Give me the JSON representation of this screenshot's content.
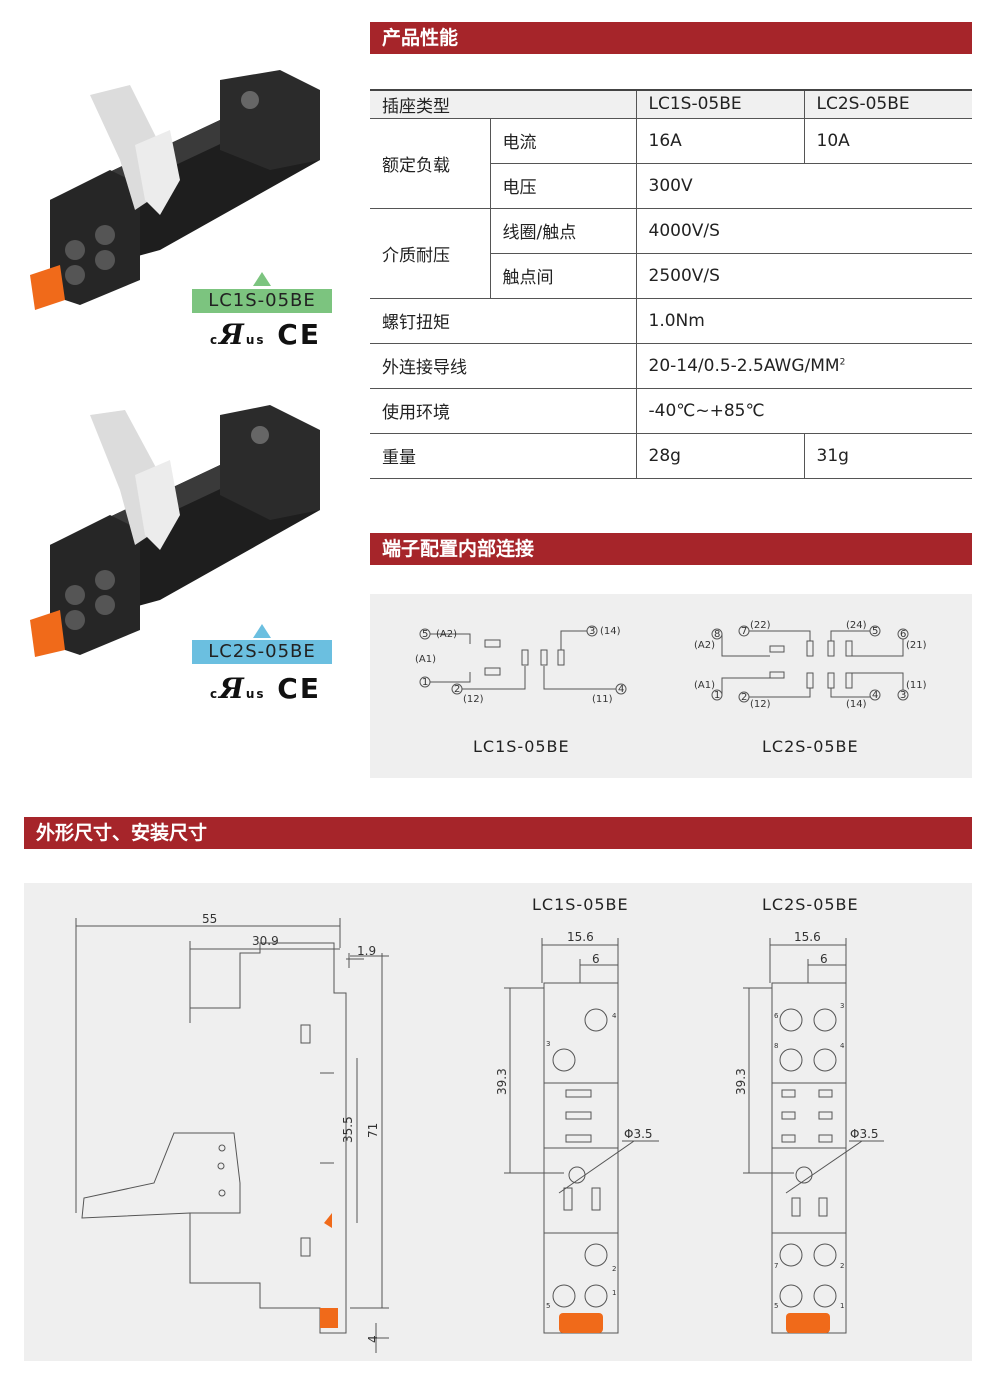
{
  "sections": {
    "performance": "产品性能",
    "wiring": "端子配置内部连接",
    "dimensions": "外形尺寸、安装尺寸"
  },
  "products": [
    {
      "model": "LC1S-05BE",
      "tag_color": "#7cc47f",
      "cert_c": "c",
      "cert_us": "us",
      "cert_ce": "CE"
    },
    {
      "model": "LC2S-05BE",
      "tag_color": "#6bbfe0",
      "cert_c": "c",
      "cert_us": "us",
      "cert_ce": "CE"
    }
  ],
  "spec": {
    "header": {
      "label": "插座类型",
      "col1": "LC1S-05BE",
      "col2": "LC2S-05BE"
    },
    "rated_load": {
      "label": "额定负载",
      "current_label": "电流",
      "current_1": "16A",
      "current_2": "10A",
      "voltage_label": "电压",
      "voltage": "300V"
    },
    "dielectric": {
      "label": "介质耐压",
      "coil_label": "线圈/触点",
      "coil": "4000V/S",
      "contact_label": "触点间",
      "contact": "2500V/S"
    },
    "torque": {
      "label": "螺钉扭矩",
      "value": "1.0Nm"
    },
    "wire": {
      "label": "外连接导线",
      "value": "20-14/0.5-2.5AWG/MM",
      "sup": "2"
    },
    "env": {
      "label": "使用环境",
      "value": "-40℃~+85℃"
    },
    "weight": {
      "label": "重量",
      "v1": "28g",
      "v2": "31g"
    }
  },
  "wiring_diagrams": {
    "lc1s": {
      "title": "LC1S-05BE",
      "t5": "5",
      "t5l": "(A2)",
      "a1": "(A1)",
      "t1": "1",
      "t2": "2",
      "t2l": "(12)",
      "t3": "3",
      "t3l": "(14)",
      "t4": "4",
      "t4l": "(11)"
    },
    "lc2s": {
      "title": "LC2S-05BE",
      "t8": "8",
      "t8l": "(A2)",
      "t7": "7",
      "t7l": "(22)",
      "t5": "5",
      "t5l": "(24)",
      "t6": "6",
      "t6l": "(21)",
      "t1": "1",
      "t1l": "(A1)",
      "t2": "2",
      "t2l": "(12)",
      "t4": "4",
      "t4l": "(14)",
      "t3": "3",
      "t3l": "(11)"
    }
  },
  "dimensions": {
    "side": {
      "w55": "55",
      "w30": "30.9",
      "w19": "1.9",
      "h71": "71",
      "h355": "35.5",
      "h4": "4"
    },
    "lc1s": {
      "title": "LC1S-05BE",
      "w": "15.6",
      "w6": "6",
      "h": "39.3",
      "hole": "Φ3.5",
      "p1": "1",
      "p2": "2",
      "p3": "3",
      "p4": "4",
      "p5": "5"
    },
    "lc2s": {
      "title": "LC2S-05BE",
      "w": "15.6",
      "w6": "6",
      "h": "39.3",
      "hole": "Φ3.5",
      "p1": "1",
      "p2": "2",
      "p3": "3",
      "p4": "4",
      "p5": "5",
      "p6": "6",
      "p7": "7",
      "p8": "8"
    }
  },
  "colors": {
    "accent": "#a6252a",
    "panel": "#efefef",
    "socket": "#2a2a2a",
    "latch": "#e8e8e8",
    "release": "#f06a1a"
  }
}
